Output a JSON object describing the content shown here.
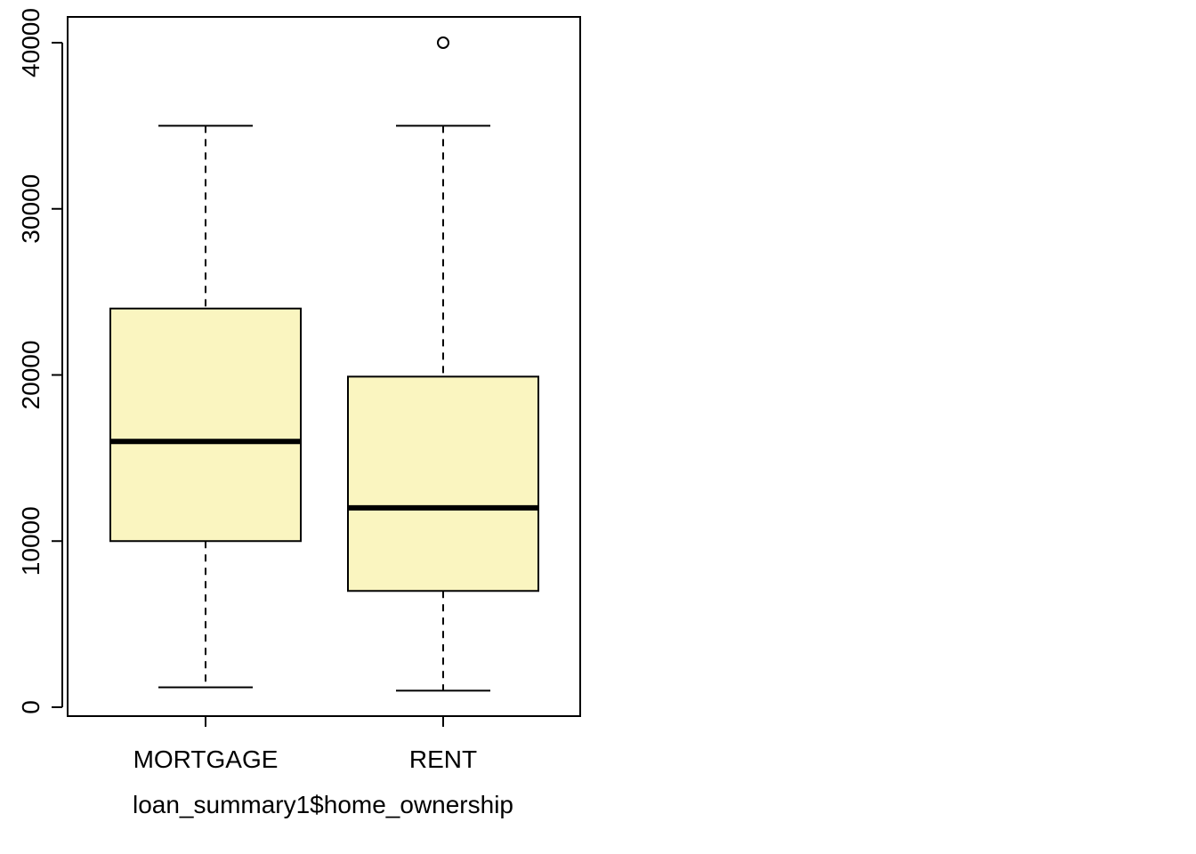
{
  "chart_data": {
    "type": "boxplot",
    "title": "",
    "xlabel": "loan_summary1$home_ownership",
    "ylabel": "",
    "ylim": [
      0,
      40000
    ],
    "yticks": [
      0,
      10000,
      20000,
      30000,
      40000
    ],
    "ytick_labels": [
      "0",
      "10000",
      "20000",
      "30000",
      "40000"
    ],
    "box_color": "#FAF5C0",
    "grid": false,
    "categories": [
      "MORTGAGE",
      "RENT"
    ],
    "boxes": [
      {
        "category": "MORTGAGE",
        "whisker_low": 1200,
        "q1": 10000,
        "median": 16000,
        "q3": 24000,
        "whisker_high": 35000,
        "outliers": []
      },
      {
        "category": "RENT",
        "whisker_low": 1000,
        "q1": 7000,
        "median": 12000,
        "q3": 19900,
        "whisker_high": 35000,
        "outliers": [
          40000
        ]
      }
    ]
  }
}
